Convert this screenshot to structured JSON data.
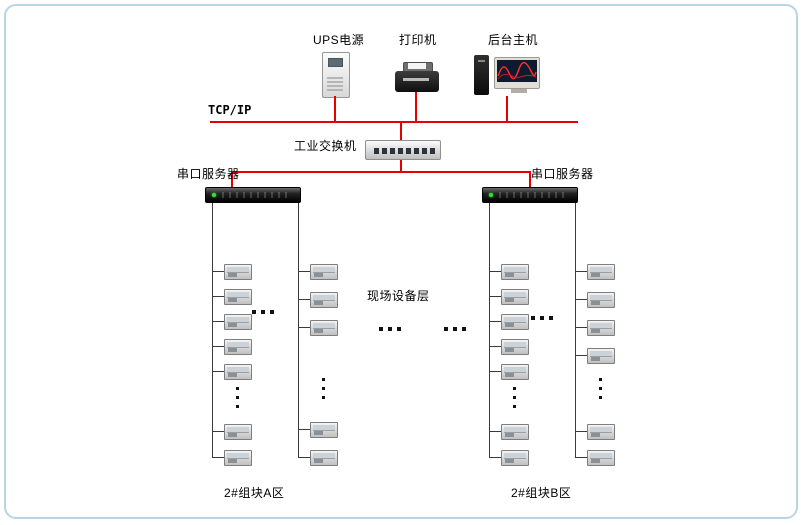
{
  "top_section": {
    "tcpip_label": "TCP/IP",
    "devices": [
      {
        "id": "ups",
        "label": "UPS电源"
      },
      {
        "id": "printer",
        "label": "打印机"
      },
      {
        "id": "host",
        "label": "后台主机"
      }
    ]
  },
  "switch": {
    "label": "工业交换机"
  },
  "serial_servers": [
    {
      "id": "left",
      "label": "串口服务器"
    },
    {
      "id": "right",
      "label": "串口服务器"
    }
  ],
  "field_layer": {
    "label": "现场设备层"
  },
  "groups": [
    {
      "id": "A",
      "label": "2#组块A区",
      "columns": [
        {
          "top_devices": 5,
          "bottom_devices": 2
        },
        {
          "top_devices": 3,
          "bottom_devices": 2
        }
      ]
    },
    {
      "id": "B",
      "label": "2#组块B区",
      "columns": [
        {
          "top_devices": 5,
          "bottom_devices": 2
        },
        {
          "top_devices": 4,
          "bottom_devices": 2
        }
      ]
    }
  ],
  "colors": {
    "network_line": "#e60000",
    "device_wire": "#3a3a3a",
    "frame_border": "#b9d5e5"
  }
}
